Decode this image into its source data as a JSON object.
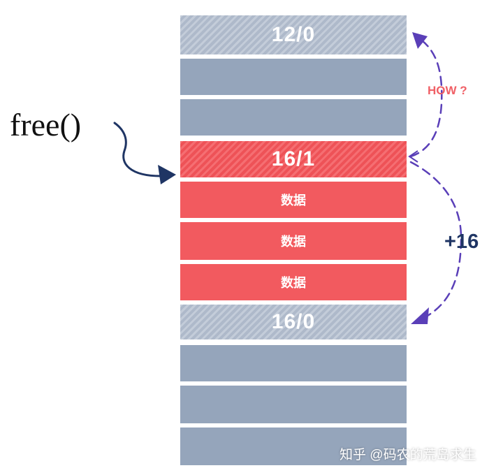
{
  "function_label": "free()",
  "blocks": [
    {
      "label": "12/0",
      "kind": "header",
      "state": "free"
    },
    {
      "label": "",
      "kind": "body",
      "state": "free"
    },
    {
      "label": "",
      "kind": "body",
      "state": "free"
    },
    {
      "label": "16/1",
      "kind": "header",
      "state": "allocated"
    },
    {
      "label": "数据",
      "kind": "body",
      "state": "allocated"
    },
    {
      "label": "数据",
      "kind": "body",
      "state": "allocated"
    },
    {
      "label": "数据",
      "kind": "body",
      "state": "allocated"
    },
    {
      "label": "16/0",
      "kind": "header",
      "state": "free"
    },
    {
      "label": "",
      "kind": "body",
      "state": "free"
    },
    {
      "label": "",
      "kind": "body",
      "state": "free"
    },
    {
      "label": "",
      "kind": "body",
      "state": "free"
    }
  ],
  "annotations": {
    "how": "HOW ?",
    "offset": "+16"
  },
  "watermark": "知乎 @码农的荒岛求生",
  "colors": {
    "free_block": "#95a5bb",
    "allocated_block": "#f25a5f",
    "arrow_purple": "#5a3fb8",
    "arrow_navy": "#1f3564",
    "how_text": "#f06066"
  }
}
